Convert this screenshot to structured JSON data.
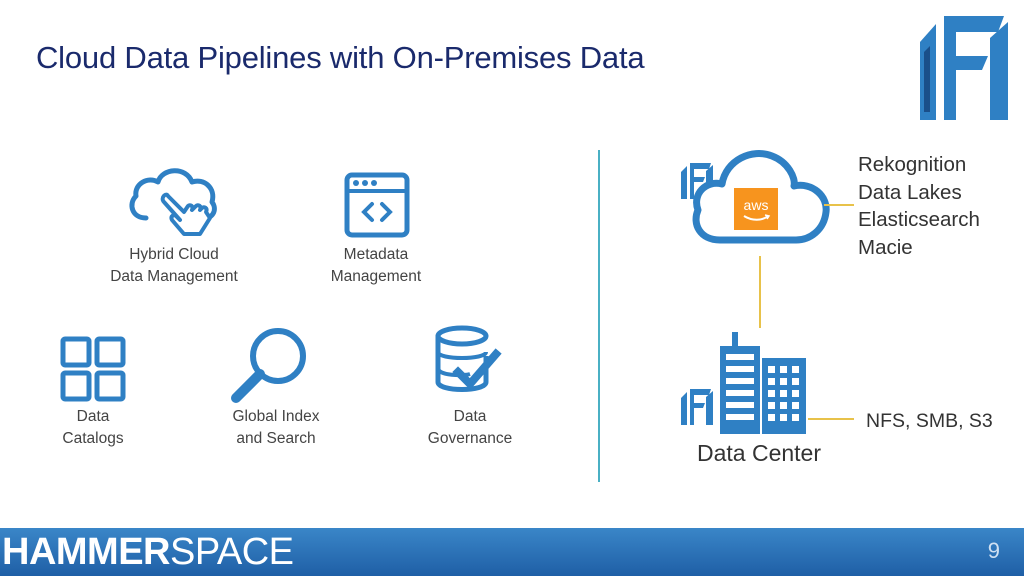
{
  "slide": {
    "title": "Cloud Data Pipelines with On-Premises Data",
    "page_number": "9"
  },
  "features": {
    "hybrid_cloud": "Hybrid Cloud\nData Management",
    "metadata": "Metadata\nManagement",
    "catalogs": "Data\nCatalogs",
    "global_index": "Global Index\nand Search",
    "governance": "Data\nGovernance"
  },
  "architecture": {
    "aws_badge": "aws",
    "cloud_services": [
      "Rekognition",
      "Data Lakes",
      "Elasticsearch",
      "Macie"
    ],
    "protocols": "NFS, SMB, S3",
    "datacenter_label": "Data Center"
  },
  "footer": {
    "brand_bold": "HAMMER",
    "brand_light": "SPACE"
  },
  "colors": {
    "icon_blue": "#2f80c4",
    "title_navy": "#1a2a6c",
    "divider_teal": "#4ab0c4",
    "connector_gold": "#e8c24a",
    "aws_orange": "#f7941e",
    "footer_blue": "#2b6fb6"
  }
}
